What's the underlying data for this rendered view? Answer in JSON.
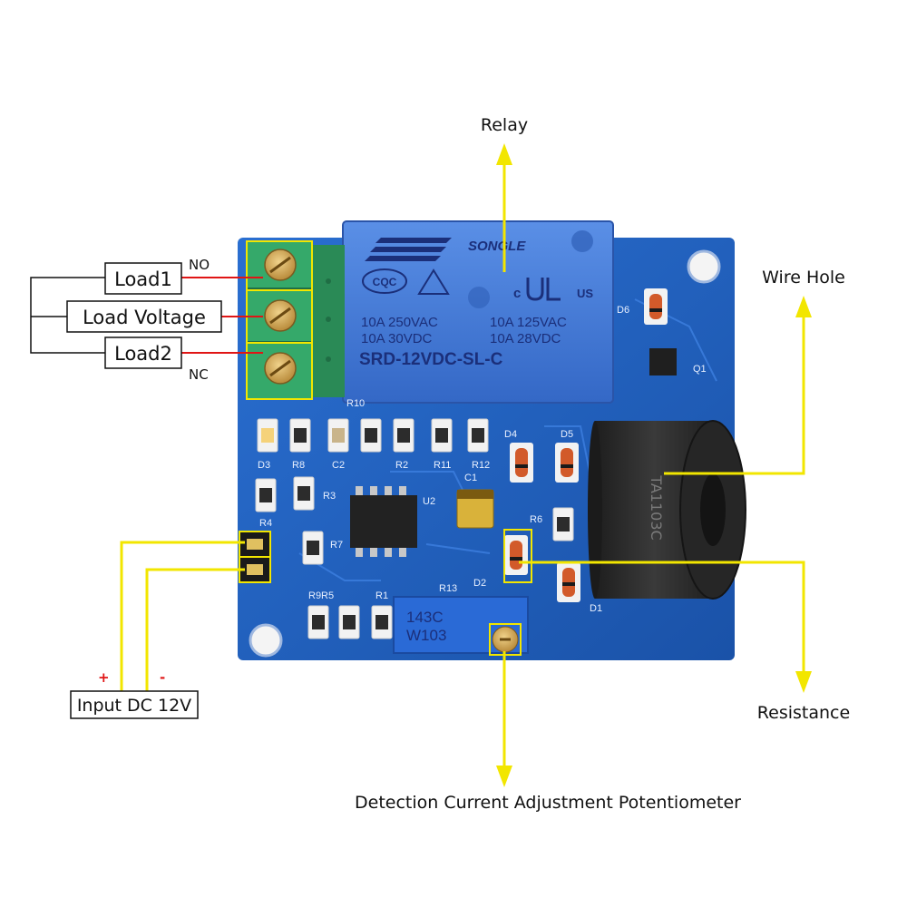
{
  "callouts": {
    "relay": "Relay",
    "wire_hole": "Wire Hole",
    "resistance": "Resistance",
    "potentiometer": "Detection Current Adjustment Potentiometer"
  },
  "load_terminals": {
    "load1": "Load1",
    "load_voltage": "Load Voltage",
    "load2": "Load2",
    "no": "NO",
    "nc": "NC"
  },
  "power_input": {
    "plus": "+",
    "minus": "-",
    "label": "Input DC 12V"
  },
  "relay_markings": {
    "brand": "SONGLE",
    "cqc": "CQC",
    "rating_1a": "10A 250VAC",
    "rating_1b": "10A 125VAC",
    "rating_2a": "10A 30VDC",
    "rating_2b": "10A 28VDC",
    "model": "SRD-12VDC-SL-C",
    "ul_c": "c",
    "ul_us": "US"
  },
  "pcb_labels": {
    "d6": "D6",
    "q1": "Q1",
    "d4": "D4",
    "d5": "D5",
    "d1": "D1",
    "d2": "D2",
    "d3": "D3",
    "r10": "R10",
    "r8": "R8",
    "c2": "C2",
    "r2": "R2",
    "r11": "R11",
    "r12": "R12",
    "c1": "C1",
    "r3": "R3",
    "u2": "U2",
    "r4": "R4",
    "r7": "R7",
    "r6": "R6",
    "r9r5": "R9R5",
    "r1": "R1",
    "r13": "R13"
  },
  "potentiometer_markings": {
    "line1": "143C",
    "line2": "W103"
  },
  "transformer_markings": {
    "text": "TA1103C"
  },
  "colors": {
    "pcb_blue": "#1f5fbf",
    "relay_blue": "#3f78d8",
    "terminal_green": "#2e9d62",
    "callout_yellow": "#f2e600",
    "wire_red": "#e01515",
    "transformer_black": "#2b2b2b"
  }
}
